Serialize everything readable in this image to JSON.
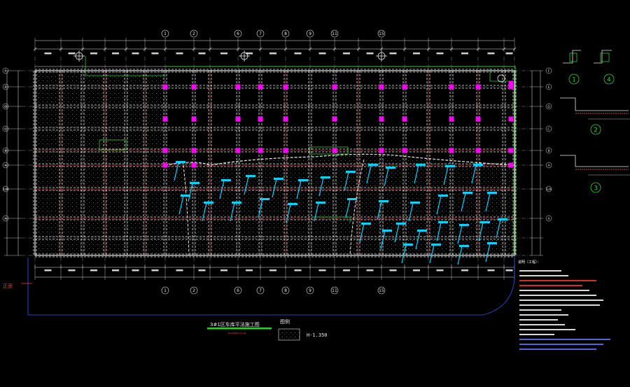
{
  "drawing": {
    "title_cn": "3#1区车库平法施工图",
    "title_sub": "BASEMENT PLAN",
    "legend_label": "图例",
    "legend_value": "H-1.350",
    "side_label": "正面"
  },
  "grid_top_labels": [
    "1",
    "2",
    "6",
    "7",
    "8",
    "9",
    "11",
    "15"
  ],
  "grid_left_labels": [
    "F",
    "E",
    "D",
    "C",
    "B",
    "A",
    "1/A",
    "A"
  ],
  "detail_labels": [
    "1",
    "2",
    "3",
    "4"
  ],
  "notes_title": "说明（工程）：",
  "colors": {
    "background": "#000000",
    "slab": "#e8e8e8",
    "beam_dash": "#cc2222",
    "grid_line": "#8a8a8a",
    "column": "#ff00ff",
    "annotation": "#00d4ff",
    "green": "#33cc33",
    "red_text": "#ff3333",
    "note_text": "#ffffff"
  }
}
